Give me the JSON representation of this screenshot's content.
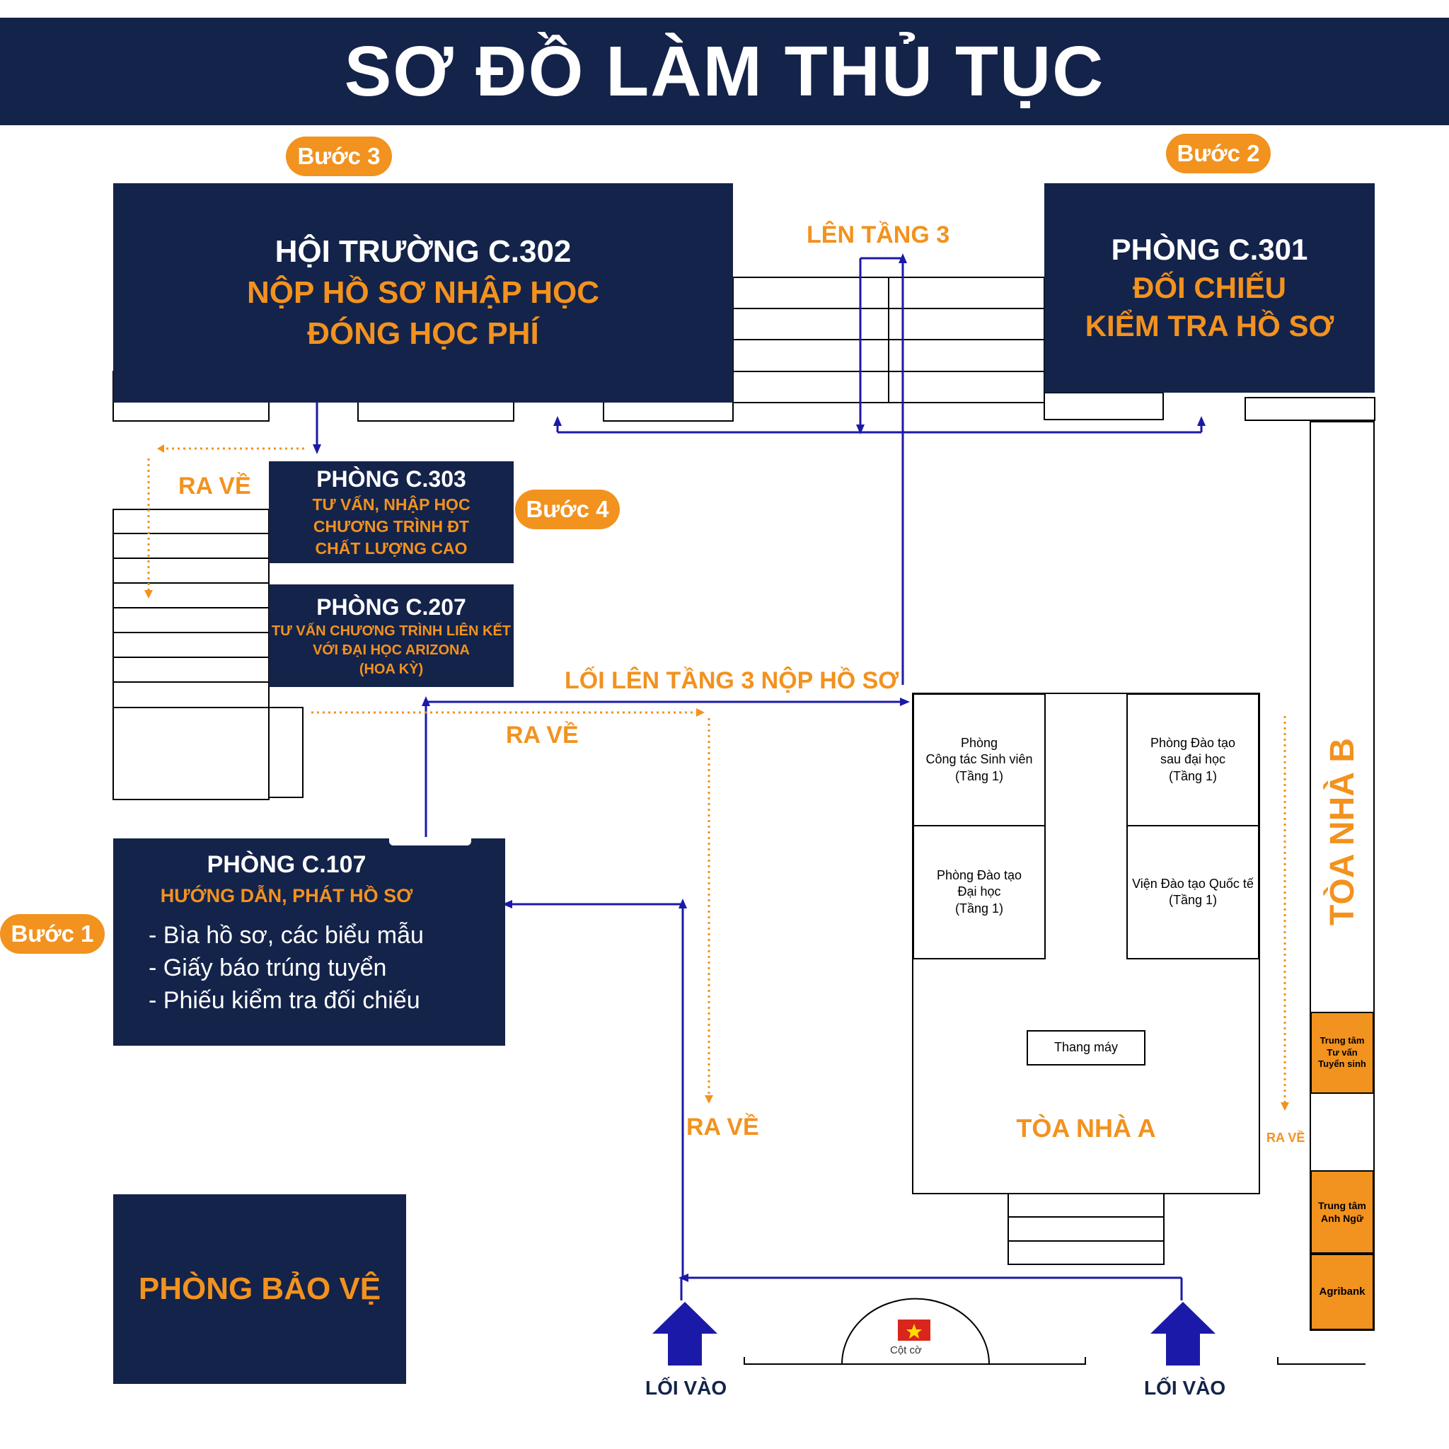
{
  "title": "SƠ ĐỒ LÀM THỦ TỤC",
  "steps": {
    "step1": "Bước 1",
    "step2": "Bước 2",
    "step3": "Bước 3",
    "step4": "Bước 4"
  },
  "c302": {
    "name": "HỘI TRƯỜNG C.302",
    "line1": "NỘP HỒ SƠ NHẬP HỌC",
    "line2": "ĐÓNG HỌC PHÍ"
  },
  "c301": {
    "name": "PHÒNG C.301",
    "line1": "ĐỐI CHIẾU",
    "line2": "KIỂM TRA HỒ SƠ"
  },
  "c303": {
    "name": "PHÒNG C.303",
    "line1": "TƯ VẤN, NHẬP HỌC",
    "line2": "CHƯƠNG TRÌNH ĐT",
    "line3": "CHẤT LƯỢNG CAO"
  },
  "c207": {
    "name": "PHÒNG C.207",
    "line1": "TƯ VẤN CHƯƠNG TRÌNH LIÊN KẾT",
    "line2": "VỚI  ĐẠI HỌC ARIZONA",
    "line3": "(HOA KỲ)"
  },
  "c107": {
    "name": "PHÒNG C.107",
    "subtitle": "HƯỚNG DẪN, PHÁT HỒ SƠ",
    "items": [
      "- Bìa hồ sơ, các biểu mẫu",
      "- Giấy báo trúng tuyển",
      "- Phiếu kiểm tra đối chiếu"
    ]
  },
  "guard": "PHÒNG BẢO VỆ",
  "labels": {
    "up3": "LÊN TẦNG 3",
    "path_up3": "LỐI LÊN TẦNG 3 NỘP HỒ SƠ",
    "exit1": "RA VỀ",
    "exit2": "RA VỀ",
    "exit3": "RA VỀ",
    "exit4": "RA VỀ",
    "entry_left": "LỐI VÀO",
    "entry_right": "LỐI VÀO",
    "flag_pole": "Cột cờ"
  },
  "building_a": {
    "name": "TÒA NHÀ A",
    "elevator": "Thang máy",
    "room1": [
      "Phòng",
      "Công tác Sinh viên",
      "(Tầng 1)"
    ],
    "room2": [
      "Phòng Đào tạo",
      "sau đại học",
      "(Tầng 1)"
    ],
    "room3": [
      "Phòng Đào tạo",
      "Đại học",
      "(Tầng 1)"
    ],
    "room4": [
      "Viện Đào tạo Quốc tế",
      "(Tầng 1)"
    ]
  },
  "building_b": {
    "name": "TÒA NHÀ B",
    "center_admission": [
      "Trung tâm",
      "Tư vấn",
      "Tuyển sinh"
    ],
    "center_english": [
      "Trung tâm",
      "Anh Ngữ"
    ],
    "bank": "Agribank"
  },
  "colors": {
    "navy": "#14234a",
    "orange": "#f2921f",
    "arrow_blue": "#1b1aa8",
    "flag_red": "#da251d"
  }
}
